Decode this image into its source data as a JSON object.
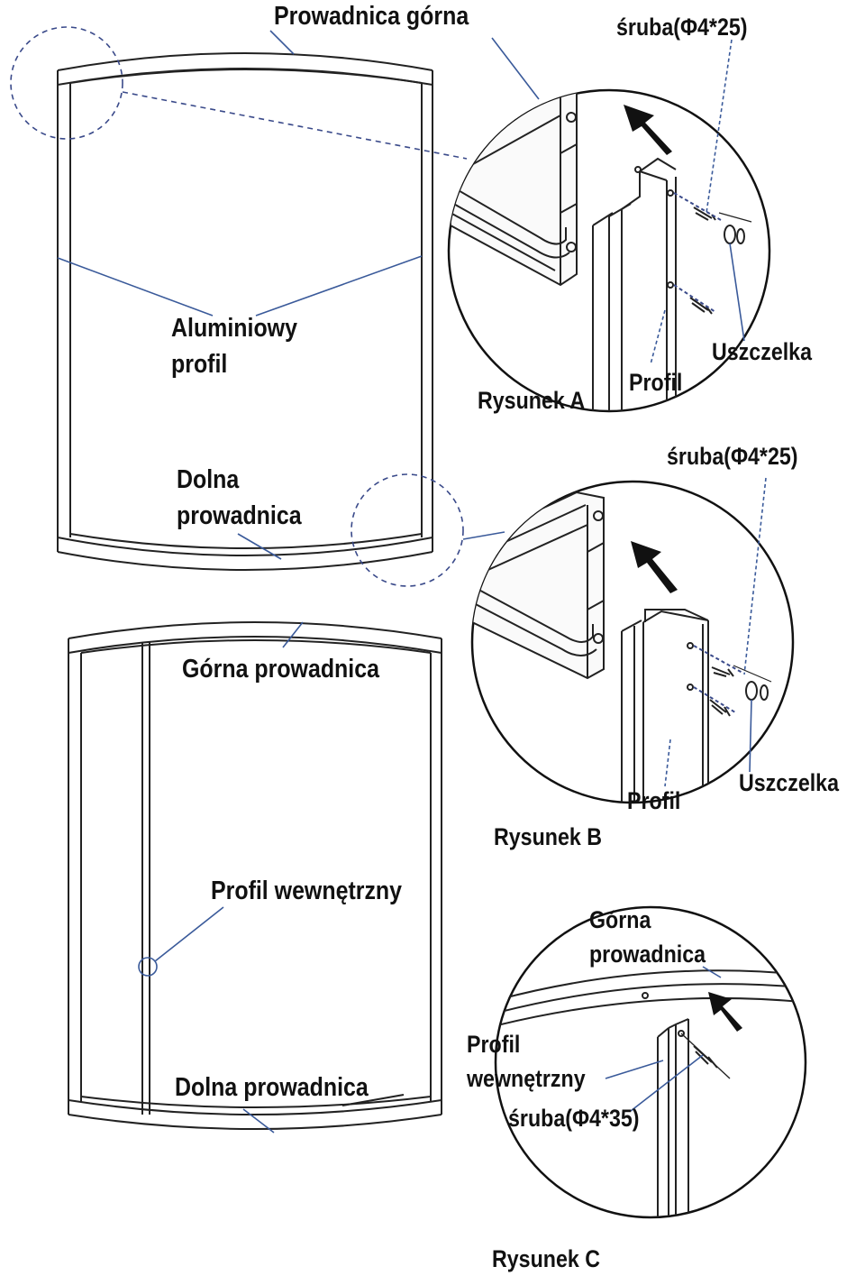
{
  "figure_a": {
    "caption": "Rysunek A",
    "top_rail_label": "Prowadnica górna",
    "profile_label_line1": "Aluminiowy",
    "profile_label_line2": "profil",
    "bottom_rail_line1": "Dolna",
    "bottom_rail_line2": "prowadnica",
    "screw_label": "śruba(Φ4*25)",
    "seal_label": "Uszczelka",
    "profile_short_label": "Profil"
  },
  "figure_b": {
    "caption": "Rysunek B",
    "screw_label": "śruba(Φ4*25)",
    "seal_label": "Uszczelka",
    "profile_short_label": "Profil"
  },
  "figure_c": {
    "caption": "Rysunek C",
    "top_rail_label": "Górna prowadnica",
    "inner_profile_label": "Profil wewnętrzny",
    "bottom_rail_label": "Dolna prowadnica",
    "detail_top_rail_line1": "Górna",
    "detail_top_rail_line2": "prowadnica",
    "detail_profile_line1": "Profil",
    "detail_profile_line2": "wewnętrzny",
    "detail_screw_label": "śruba(Φ4*35)"
  },
  "colors": {
    "line": "#222222",
    "leader": "#3a5a9a",
    "dashed": "#3a4a8a"
  }
}
